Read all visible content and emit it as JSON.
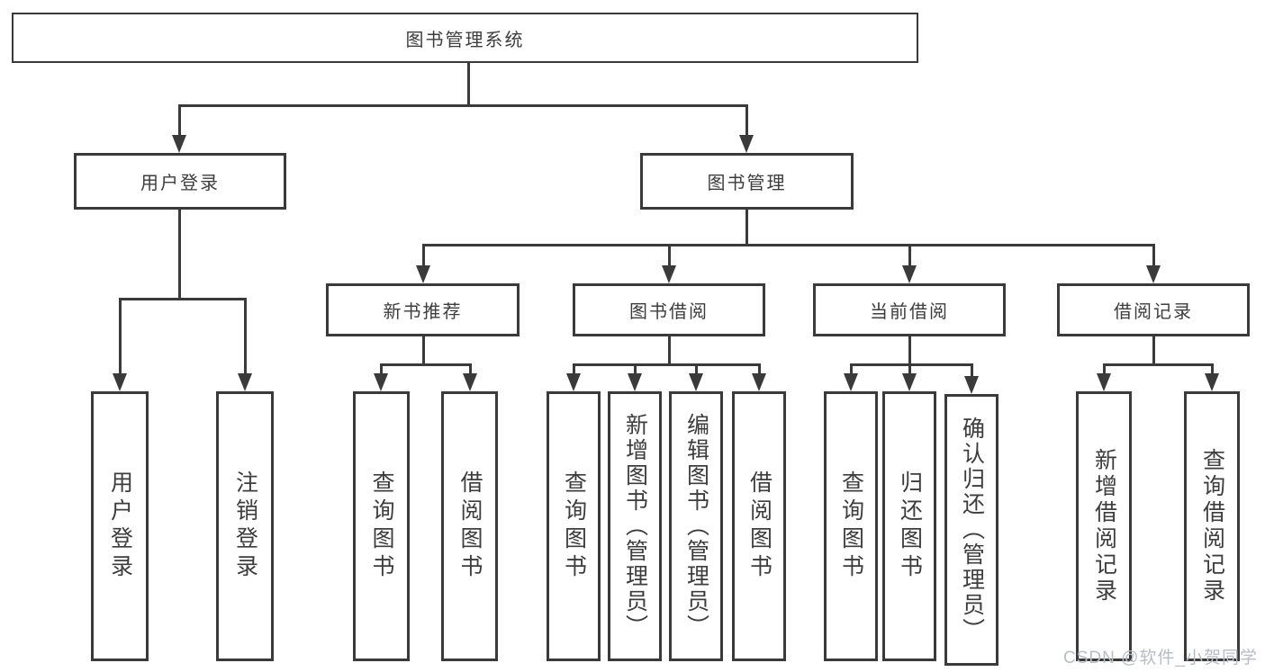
{
  "diagram": {
    "title_node": {
      "label": "图书管理系统"
    },
    "level2": [
      {
        "label": "用户登录"
      },
      {
        "label": "图书管理"
      }
    ],
    "level3": [
      {
        "label": "新书推荐"
      },
      {
        "label": "图书借阅"
      },
      {
        "label": "当前借阅"
      },
      {
        "label": "借阅记录"
      }
    ],
    "leaves": [
      {
        "label": "用户登录"
      },
      {
        "label": "注销登录"
      },
      {
        "label": "查询图书"
      },
      {
        "label": "借阅图书"
      },
      {
        "label": "查询图书"
      },
      {
        "label": "新增图书（管理员）"
      },
      {
        "label": "编辑图书（管理员）"
      },
      {
        "label": "借阅图书"
      },
      {
        "label": "查询图书"
      },
      {
        "label": "归还图书"
      },
      {
        "label": "确认归还（管理员）"
      },
      {
        "label": "新增借阅记录"
      },
      {
        "label": "查询借阅记录"
      }
    ],
    "watermark": "CSDN @软件_小贺同学",
    "colors": {
      "line": "#3a3a3a",
      "text": "#3d3d3d",
      "watermark": "#b8bcc3",
      "background": "#ffffff"
    }
  }
}
